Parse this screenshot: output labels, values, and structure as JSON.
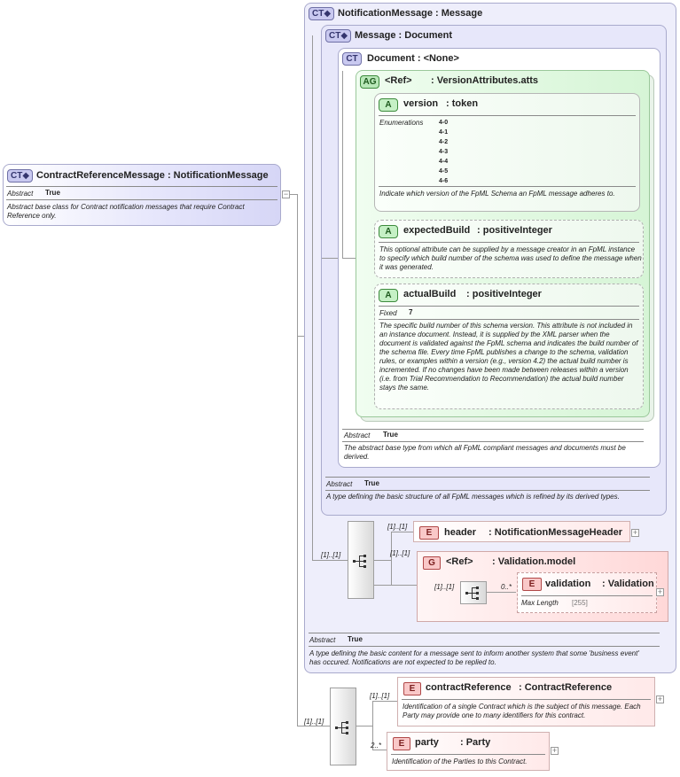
{
  "root": {
    "badge": "CT",
    "name": "ContractReferenceMessage",
    "base": ": NotificationMessage",
    "abstract_label": "Abstract",
    "abstract_value": "True",
    "description": "Abstract base class for Contract notification messages that require Contract Reference only."
  },
  "notification": {
    "badge": "CT",
    "name": "NotificationMessage",
    "base": ": Message",
    "abstract_label": "Abstract",
    "abstract_value": "True",
    "description": "A type defining the basic content for a message sent to inform another system that some 'business event' has occured. Notifications are not expected to be replied to."
  },
  "message": {
    "badge": "CT",
    "name": "Message",
    "base": ": Document",
    "abstract_label": "Abstract",
    "abstract_value": "True",
    "description": "A type defining the basic structure of all FpML messages which is refined by its derived types."
  },
  "document": {
    "badge": "CT",
    "name": "Document",
    "base": ": <None>",
    "abstract_label": "Abstract",
    "abstract_value": "True",
    "description": "The abstract base type from which all FpML compliant messages and documents must be derived."
  },
  "attr_group": {
    "badge": "AG",
    "ref": "<Ref>",
    "name": ": VersionAttributes.atts"
  },
  "version_attr": {
    "badge": "A",
    "name": "version",
    "type": ": token",
    "enum_label": "Enumerations",
    "enums": [
      "4-0",
      "4-1",
      "4-2",
      "4-3",
      "4-4",
      "4-5",
      "4-6"
    ],
    "description": "Indicate which version of the FpML Schema an FpML message adheres to."
  },
  "expected_build": {
    "badge": "A",
    "name": "expectedBuild",
    "type": ": positiveInteger",
    "description": "This optional attribute can be supplied by a message creator in an FpML instance to specify which build number of the schema was used to define the message when it was generated."
  },
  "actual_build": {
    "badge": "A",
    "name": "actualBuild",
    "type": ": positiveInteger",
    "fixed_label": "Fixed",
    "fixed_value": "7",
    "description": "The specific build number of this schema version. This attribute is not included in an instance document. Instead, it is supplied by the XML parser when the document is validated against the FpML schema and indicates the build number of the schema file. Every time FpML publishes a change to the schema, validation rules, or examples within a version (e.g., version 4.2) the actual build number is incremented. If no changes have been made between releases within a version (i.e. from Trial Recommendation to Recommendation) the actual build number stays the same."
  },
  "header": {
    "badge": "E",
    "name": "header",
    "type": ": NotificationMessageHeader",
    "card": "[1]..[1]"
  },
  "validation_group": {
    "badge": "G",
    "ref": "<Ref>",
    "name": ": Validation.model",
    "card": "[1]..[1]"
  },
  "validation": {
    "badge": "E",
    "name": "validation",
    "type": ": Validation",
    "card": "0..*",
    "maxlen_label": "Max Length",
    "maxlen_value": "[255]"
  },
  "contract_reference": {
    "badge": "E",
    "name": "contractReference",
    "type": ": ContractReference",
    "card": "[1]..[1]",
    "description": "Identification of a single Contract which is the subject of this message. Each Party may provide one to many identifiers for this contract."
  },
  "party": {
    "badge": "E",
    "name": "party",
    "type": ": Party",
    "card": "2..*",
    "description": "Identification of the Parties to this Contract."
  },
  "cards": {
    "notif_seq": "[1]..[1]",
    "val_seq": "[1]..[1]",
    "root_seq": "[1]..[1]"
  }
}
